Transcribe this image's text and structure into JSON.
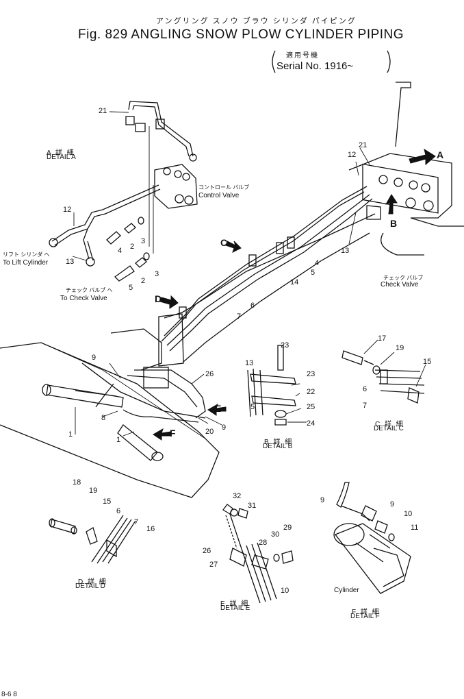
{
  "header": {
    "title_jp": "アングリング スノウ ブラウ シリンダ パイピング",
    "title": "Fig. 829  ANGLING SNOW PLOW CYLINDER PIPING",
    "serial_jp": "適用号機",
    "serial": "Serial No. 1916~"
  },
  "labels": {
    "detail_a_jp": "A 詳 細",
    "detail_a": "DETAIL A",
    "detail_b_jp": "B 詳 細",
    "detail_b": "DETAIL B",
    "detail_c_jp": "C 詳 細",
    "detail_c": "DETAIL C",
    "detail_d_jp": "D 詳 細",
    "detail_d": "DETAIL D",
    "detail_e_jp": "E 詳 細",
    "detail_e": "DETAIL E",
    "detail_f_jp": "F 詳 細",
    "detail_f": "DETAIL F",
    "control_valve_jp": "コントロール バルブ",
    "control_valve": "Control Valve",
    "check_valve_jp": "チェック バルブ",
    "check_valve": "Check Valve",
    "to_lift_jp": "リフト シリンダ へ",
    "to_lift": "To Lift Cylinder",
    "to_check_jp": "チェック バルブ へ",
    "to_check": "To Check Valve",
    "cylinder": "Cylinder",
    "page_number": "8-6 8"
  },
  "arrows": {
    "A": "A",
    "B": "B",
    "C": "C",
    "D": "D",
    "E": "E",
    "F": "F"
  },
  "callouts": {
    "n1a": "1",
    "n1b": "1",
    "n2a": "2",
    "n2b": "2",
    "n3a": "3",
    "n3b": "3",
    "n4a": "4",
    "n4b": "4",
    "n5a": "5",
    "n5b": "5",
    "n5c": "5",
    "n6a": "6",
    "n6b": "6",
    "n6c": "6",
    "n7a": "7",
    "n7b": "7",
    "n7c": "7",
    "n8": "8",
    "n9a": "9",
    "n9b": "9",
    "n9c": "9",
    "n9d": "9",
    "n10a": "10",
    "n10b": "10",
    "n11": "11",
    "n12a": "12",
    "n12b": "12",
    "n13a": "13",
    "n13b": "13",
    "n13c": "13",
    "n14": "14",
    "n15a": "15",
    "n15b": "15",
    "n16": "16",
    "n17": "17",
    "n18": "18",
    "n19a": "19",
    "n19b": "19",
    "n20": "20",
    "n21a": "21",
    "n21b": "21",
    "n22": "22",
    "n23": "23",
    "n24": "24",
    "n25": "25",
    "n26a": "26",
    "n26b": "26",
    "n27": "27",
    "n28": "28",
    "n29": "29",
    "n30": "30",
    "n31": "31",
    "n32": "32"
  }
}
